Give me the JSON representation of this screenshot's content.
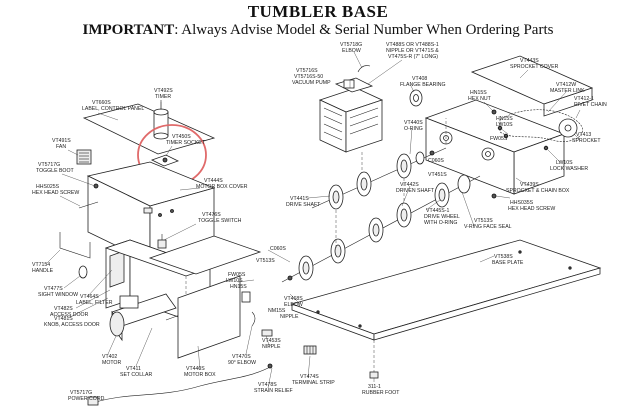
{
  "header": {
    "title": "TUMBLER BASE",
    "subtitle_bold": "IMPORTANT",
    "subtitle_rest": ": Always Advise Model & Serial Number When Ordering Parts"
  },
  "labels": {
    "vt660s": "VT660S",
    "vt660s_d": "LABEL, CONTROL PANEL",
    "vt492s": "VT492S",
    "vt492s_d": "TIMER",
    "vt450s": "VT450S",
    "vt450s_d": "TIMER SOCKET",
    "vt491s": "VT491S",
    "vt491s_d": "FAN",
    "vt5717g": "VT5717G",
    "vt5717g_d": "TOGGLE BOOT",
    "hhs025s": "HHS025S",
    "hhs025s_d": "HEX HEAD SCREW",
    "vt444s": "VT444S",
    "vt444s_d": "MOTOR BOX COVER",
    "vt476s": "VT476S",
    "vt476s_d": "TOGGLE SWITCH",
    "vt7154": "VT7154",
    "vt7154_d": "HANDLE",
    "vt477s": "VT477S",
    "vt477s_d": "SIGHT WINDOW",
    "vt464s": "VT464S",
    "vt464s_d": "LABEL, FILTER",
    "vt482s": "VT482S",
    "vt482s_d": "ACCESS DOOR",
    "vt481s": "VT481S",
    "vt481s_d": "KNOB, ACCESS DOOR",
    "vt402": "VT402",
    "vt402_d": "MOTOR",
    "vt411": "VT411",
    "vt411_d": "SET COLLAR",
    "vt440s": "VT440S",
    "vt440s_d": "MOTOR BOX",
    "vt470s": "VT470S",
    "vt470s_d": "90° ELBOW",
    "vt453s": "VT453S",
    "vt453s_d": "NIPPLE",
    "vt478s": "VT478S",
    "vt478s_d": "STRAIN RELIEF",
    "vt474s": "VT474S",
    "vt474s_d": "TERMINAL STRIP",
    "vt717g": "VT5717G",
    "vt717g_d": "POWER CORD",
    "s311": "311-1",
    "s311_d": "RUBBER FOOT",
    "vt5718g": "VT5718G",
    "vt5718g_d": "ELBOW",
    "vt5716s": "VT5716S",
    "vt5716s_d": "VT5716S-50",
    "vt5716s_e": "VACUUM PUMP",
    "vt488s": "VT488S OR VT488S-1",
    "vt488s_d": "NIPPLE OR VT471S &",
    "vt488s_e": "VT475S-R (7\" LONG)",
    "vt408": "VT408",
    "vt408_d": "FLANGE BEARING",
    "vt443s": "VT443S",
    "vt443s_d": "SPROCKET COVER",
    "vt412w": "VT412W",
    "vt412w_d": "MASTER LINK",
    "vt4121": "VT412-1",
    "vt4121_d": "RIVET CHAIN",
    "hn15s": "HN15S",
    "hn15s_d": "HEX NUT",
    "hn15s2": "HN15S",
    "lw10s": "LW10S",
    "fw05s": "FW05S",
    "vt413": "VT413",
    "vt413_d": "SPROCKET",
    "lw10s2": "LW10S",
    "lw10s2_d": "LOCK WASHER",
    "vt440o": "VT440S",
    "vt440o_d": "O-RING",
    "c060s": "C060S",
    "vt439s": "VT439S",
    "vt439s_d": "SPROCKET & CHAIN BOX",
    "hhs035s": "HHS035S",
    "hhs035s_d": "HEX HEAD SCREW",
    "vt441s": "VT441S",
    "vt441s_d": "DRIVE SHAFT",
    "vt442s": "VT442S",
    "vt442s_d": "DRIVEN SHAFT",
    "vt451s": "VT451S",
    "vt445s": "VT445S-1",
    "vt445s_d": "DRIVE WHEEL",
    "vt445s_e": "WITH O-RING",
    "vt513s": "VT513S",
    "vt513s_d": "V-RING FACE SEAL",
    "vt538s": "VT538S",
    "vt538s_d": "BASE PLATE",
    "c060s2": "C060S",
    "fw05s2": "FW05S",
    "lw10s3": "LW10S",
    "hn15s3": "HN15S",
    "vt513s2": "VT513S",
    "vt468s": "VT468S",
    "vt468s_d": "ELBOW",
    "vt468s_e": "NIPPLE",
    "nm15s": "NM15S"
  }
}
